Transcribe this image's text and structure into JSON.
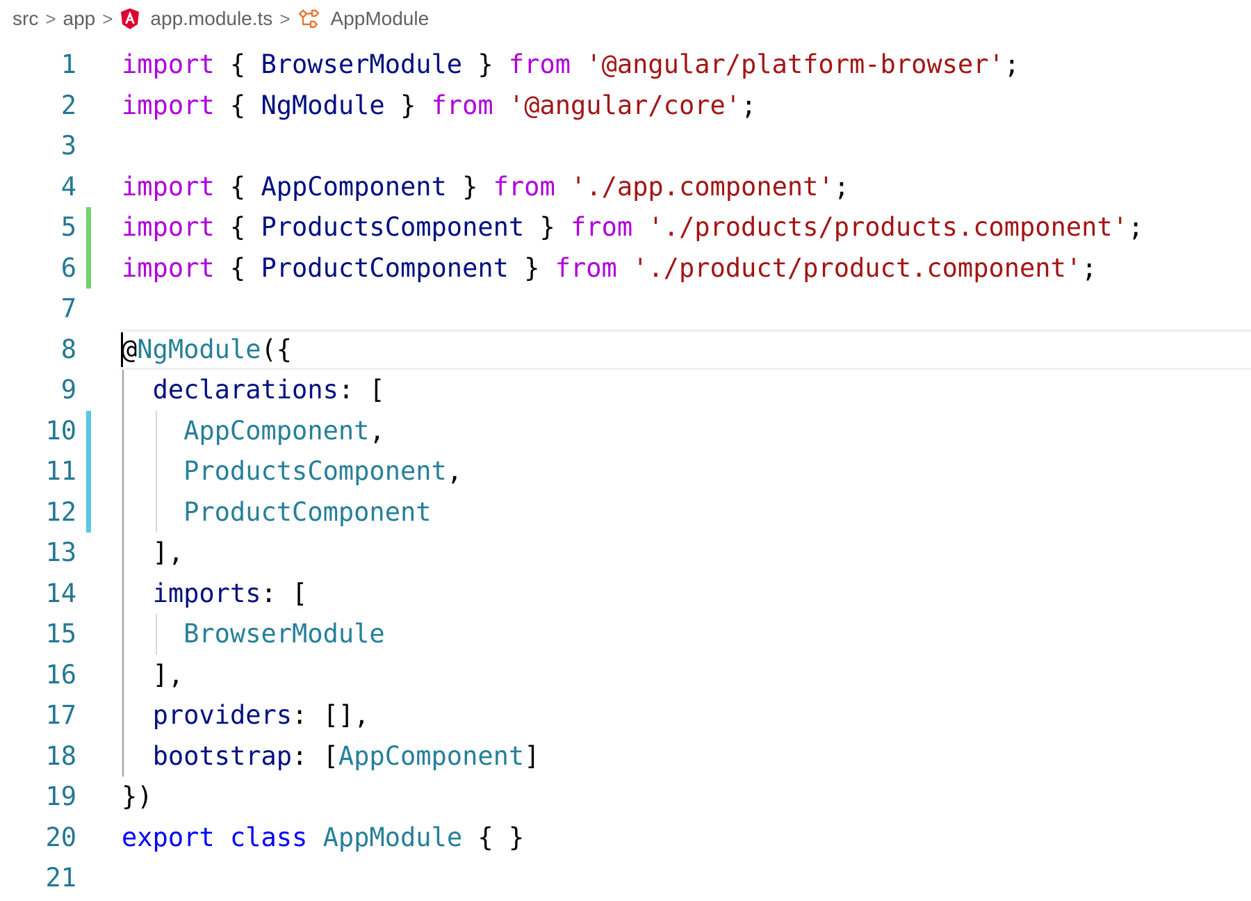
{
  "breadcrumb": {
    "items": [
      "src",
      "app",
      "app.module.ts",
      "AppModule"
    ],
    "separator": ">"
  },
  "colors": {
    "line_number": "#237893",
    "keyword_control": "#af00db",
    "keyword_storage": "#0000ff",
    "identifier": "#001080",
    "type": "#267f99",
    "string": "#a31515",
    "gutter_added": "#6fd36a",
    "gutter_modified": "#57c7e6",
    "angular_icon": "#dd0031",
    "symbol_icon": "#e37933"
  },
  "editor": {
    "line_numbers": [
      "1",
      "2",
      "3",
      "4",
      "5",
      "6",
      "7",
      "8",
      "9",
      "10",
      "11",
      "12",
      "13",
      "14",
      "15",
      "16",
      "17",
      "18",
      "19",
      "20",
      "21"
    ],
    "gutter": {
      "added_lines": [
        5,
        6
      ],
      "modified_lines": [
        10,
        11,
        12
      ]
    },
    "current_line": 8,
    "lines": [
      [
        [
          "kw",
          "import"
        ],
        [
          "punc",
          " { "
        ],
        [
          "id",
          "BrowserModule"
        ],
        [
          "punc",
          " } "
        ],
        [
          "kw",
          "from"
        ],
        [
          "punc",
          " "
        ],
        [
          "str",
          "'@angular/platform-browser'"
        ],
        [
          "punc",
          ";"
        ]
      ],
      [
        [
          "kw",
          "import"
        ],
        [
          "punc",
          " { "
        ],
        [
          "id",
          "NgModule"
        ],
        [
          "punc",
          " } "
        ],
        [
          "kw",
          "from"
        ],
        [
          "punc",
          " "
        ],
        [
          "str",
          "'@angular/core'"
        ],
        [
          "punc",
          ";"
        ]
      ],
      [],
      [
        [
          "kw",
          "import"
        ],
        [
          "punc",
          " { "
        ],
        [
          "id",
          "AppComponent"
        ],
        [
          "punc",
          " } "
        ],
        [
          "kw",
          "from"
        ],
        [
          "punc",
          " "
        ],
        [
          "str",
          "'./app.component'"
        ],
        [
          "punc",
          ";"
        ]
      ],
      [
        [
          "kw",
          "import"
        ],
        [
          "punc",
          " { "
        ],
        [
          "id",
          "ProductsComponent"
        ],
        [
          "punc",
          " } "
        ],
        [
          "kw",
          "from"
        ],
        [
          "punc",
          " "
        ],
        [
          "str",
          "'./products/products.component'"
        ],
        [
          "punc",
          ";"
        ]
      ],
      [
        [
          "kw",
          "import"
        ],
        [
          "punc",
          " { "
        ],
        [
          "id",
          "ProductComponent"
        ],
        [
          "punc",
          " } "
        ],
        [
          "kw",
          "from"
        ],
        [
          "punc",
          " "
        ],
        [
          "str",
          "'./product/product.component'"
        ],
        [
          "punc",
          ";"
        ]
      ],
      [],
      [
        [
          "punc",
          "@"
        ],
        [
          "type",
          "NgModule"
        ],
        [
          "punc",
          "({"
        ]
      ],
      [
        [
          "punc",
          "  "
        ],
        [
          "id",
          "declarations"
        ],
        [
          "punc",
          ": ["
        ]
      ],
      [
        [
          "punc",
          "    "
        ],
        [
          "type",
          "AppComponent"
        ],
        [
          "punc",
          ","
        ]
      ],
      [
        [
          "punc",
          "    "
        ],
        [
          "type",
          "ProductsComponent"
        ],
        [
          "punc",
          ","
        ]
      ],
      [
        [
          "punc",
          "    "
        ],
        [
          "type",
          "ProductComponent"
        ]
      ],
      [
        [
          "punc",
          "  ],"
        ]
      ],
      [
        [
          "punc",
          "  "
        ],
        [
          "id",
          "imports"
        ],
        [
          "punc",
          ": ["
        ]
      ],
      [
        [
          "punc",
          "    "
        ],
        [
          "type",
          "BrowserModule"
        ]
      ],
      [
        [
          "punc",
          "  ],"
        ]
      ],
      [
        [
          "punc",
          "  "
        ],
        [
          "id",
          "providers"
        ],
        [
          "punc",
          ": [],"
        ]
      ],
      [
        [
          "punc",
          "  "
        ],
        [
          "id",
          "bootstrap"
        ],
        [
          "punc",
          ": ["
        ],
        [
          "type",
          "AppComponent"
        ],
        [
          "punc",
          "]"
        ]
      ],
      [
        [
          "punc",
          "})"
        ]
      ],
      [
        [
          "kw2",
          "export"
        ],
        [
          "punc",
          " "
        ],
        [
          "kw2",
          "class"
        ],
        [
          "punc",
          " "
        ],
        [
          "type",
          "AppModule"
        ],
        [
          "punc",
          " { }"
        ]
      ],
      []
    ]
  }
}
